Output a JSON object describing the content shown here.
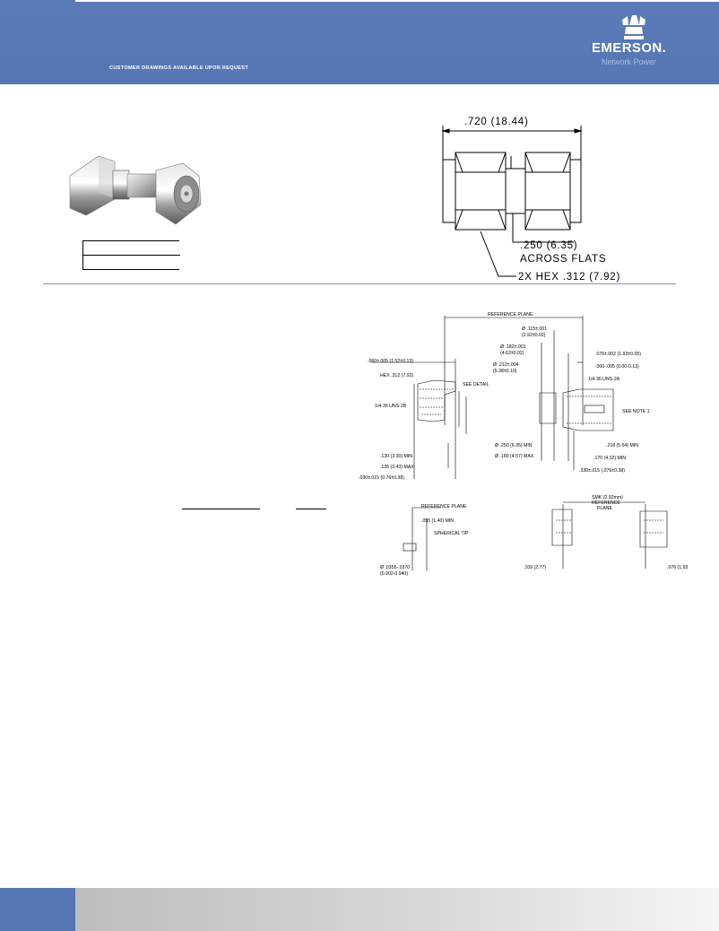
{
  "header": {
    "request_note": "CUSTOMER DRAWINGS AVAILABLE UPON REQUEST",
    "brand": "EMERSON.",
    "brand_sub": "Network Power"
  },
  "drawing_top": {
    "length": ".720 (18.44)",
    "flats": ".250 (6.35)",
    "flats_label": "ACROSS FLATS",
    "hex": "2X HEX .312 (7.92)"
  },
  "drawing_left": {
    "reference_plane": "REFERENCE PLANE",
    "dim_060": ".060±.005 (1.52±0.13)",
    "hex": "HEX .312 (7.92)",
    "see_detail": "SEE DETAIL",
    "thread": "1/4-36 UNS-2B",
    "dia_250": "Ø .250 (6.35) MIN",
    "dia_180": "Ø .180 (4.57) MAX",
    "dim_130": ".130 (3.30) MIN",
    "dim_135": ".135 (3.43) MAX",
    "dim_030": ".030±.015 (0.76±0.38)"
  },
  "drawing_right": {
    "dia_115a": "Ø .115±.001",
    "dia_115b": "(2.92±0.02)",
    "dia_182a": "Ø .182±.001",
    "dia_182b": "(4.62±0.02)",
    "dia_212a": "Ø .212±.004",
    "dia_212b": "(5.38±0.10)",
    "dim_076": ".076±.002 (1.93±0.05)",
    "dim_000": ".000-.005 (0.00-0.13)",
    "thread": "1/4-36 UNS-2A",
    "see_note": "SEE NOTE 1",
    "dim_218": ".218 (5.54) MIN",
    "dim_170": ".170 (4.32) MIN",
    "dim_330": ".330±.015 (.076±0.38)"
  },
  "drawing_detail": {
    "reference_plane": "REFERENCE PLANE",
    "dim_055": ".055 (1.40) MIN",
    "tip": "SPHERICAL TIP",
    "dia_a": "Ø .0355-.0370",
    "dia_b": "(0.902-0.940)"
  },
  "drawing_mate": {
    "size": "SMK (2.92mm)",
    "ref1": "REFERENCE",
    "ref2": "PLANE",
    "dim_109": ".109 (2.77)",
    "dim_076": ".076 (1.93"
  }
}
